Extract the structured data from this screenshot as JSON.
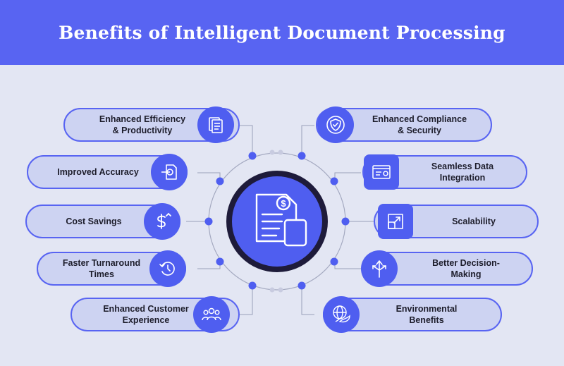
{
  "header": {
    "title": "Benefits of Intelligent Document Processing"
  },
  "colors": {
    "accent": "#5864f2",
    "pill_fill": "#cdd3f2",
    "background": "#e3e6f3",
    "dark_ring": "#1e1b3a"
  },
  "benefits_left": [
    {
      "label": "Enhanced Efficiency\n& Productivity",
      "icon": "document-stack-icon"
    },
    {
      "label": "Improved Accuracy",
      "icon": "target-document-icon"
    },
    {
      "label": "Cost Savings",
      "icon": "dollar-icon"
    },
    {
      "label": "Faster Turnaround\nTimes",
      "icon": "clock-refresh-icon"
    },
    {
      "label": "Enhanced Customer\nExperience",
      "icon": "people-icon"
    }
  ],
  "benefits_right": [
    {
      "label": "Enhanced Compliance\n& Security",
      "icon": "shield-check-icon"
    },
    {
      "label": "Seamless Data\nIntegration",
      "icon": "browser-gears-icon"
    },
    {
      "label": "Scalability",
      "icon": "scale-arrow-icon"
    },
    {
      "label": "Better Decision-\nMaking",
      "icon": "arrows-split-icon"
    },
    {
      "label": "Environmental\nBenefits",
      "icon": "globe-leaf-icon"
    }
  ],
  "center": {
    "icon": "invoice-document-icon"
  }
}
